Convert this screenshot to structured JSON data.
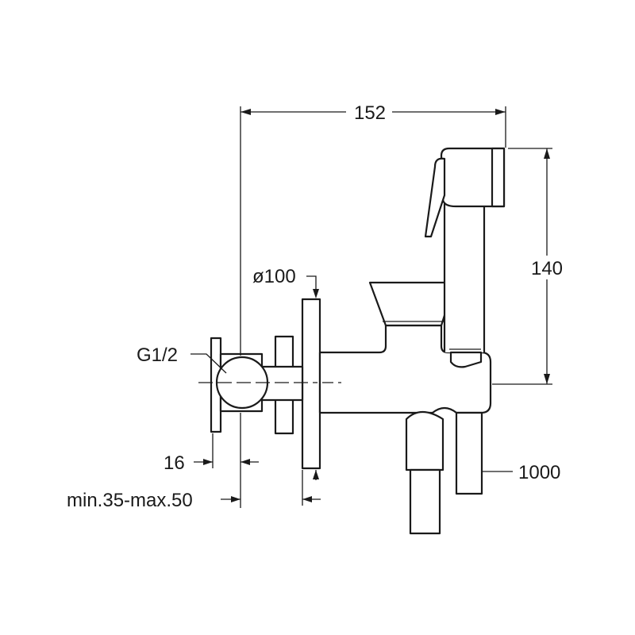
{
  "dimensions": {
    "width_total": "152",
    "height_handshower": "140",
    "flange_diameter": "ø100",
    "thread": "G1/2",
    "cross_handle": "16",
    "wall_depth": "min.35-max.50",
    "hose_length": "1000"
  }
}
